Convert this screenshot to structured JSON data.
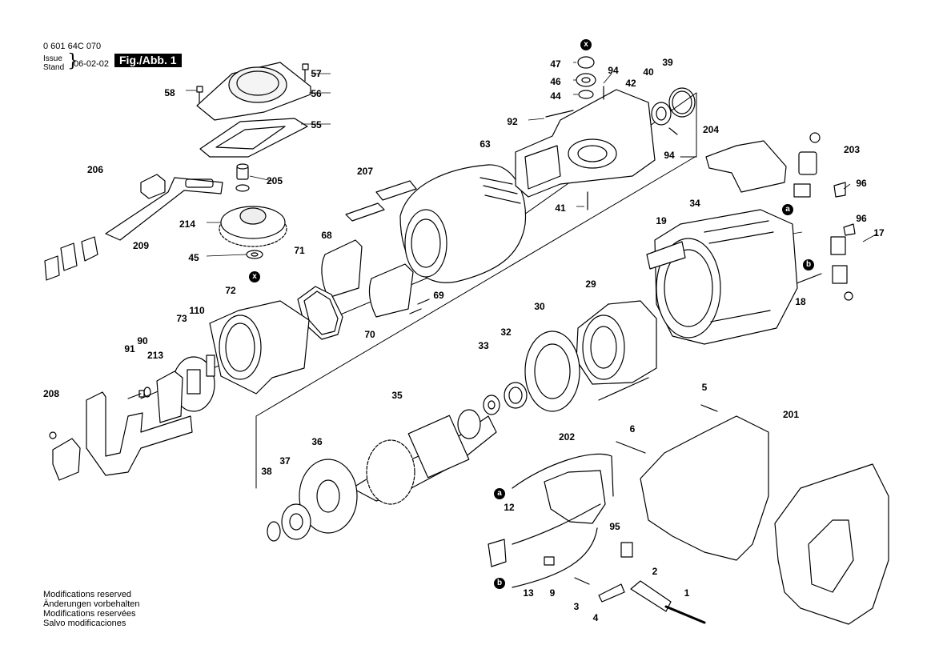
{
  "header": {
    "doc_number": "0 601 64C 070",
    "issue_label": "Issue",
    "stand_label": "Stand",
    "issue_date": "06-02-02",
    "figure_title": "Fig./Abb. 1"
  },
  "footer": {
    "notes": [
      "Modifications reserved",
      "Änderungen vorbehalten",
      "Modifications reservées",
      "Salvo modificaciones"
    ]
  },
  "parts": [
    "1",
    "2",
    "3",
    "4",
    "5",
    "6",
    "9",
    "12",
    "13",
    "17",
    "18",
    "19",
    "29",
    "30",
    "32",
    "33",
    "34",
    "35",
    "36",
    "37",
    "38",
    "39",
    "40",
    "41",
    "42",
    "44",
    "45",
    "46",
    "47",
    "55",
    "56",
    "57",
    "58",
    "63",
    "68",
    "69",
    "70",
    "71",
    "72",
    "73",
    "90",
    "91",
    "92",
    "94",
    "95",
    "96",
    "110",
    "201",
    "202",
    "203",
    "204",
    "205",
    "206",
    "207",
    "208",
    "209",
    "213",
    "214"
  ],
  "markers": [
    "x",
    "a",
    "b"
  ]
}
